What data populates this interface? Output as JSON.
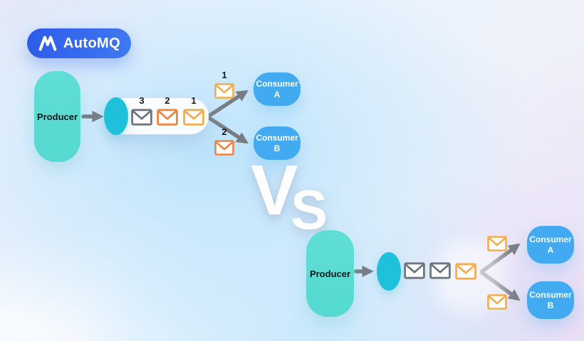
{
  "logo": {
    "text": "AutoMQ"
  },
  "vs": {
    "v": "V",
    "s": "S"
  },
  "colors": {
    "logo-blue-start": "#2d5bea",
    "logo-blue-end": "#3f79f1",
    "producer-teal": "#55d9d0",
    "queue-cyan": "#1ec0db",
    "consumer-blue": "#41aaf0",
    "arrow-gray": "#797d83",
    "envelope-gray": "#6f767e",
    "envelope-orange": "#ee8440",
    "envelope-yellow": "#f3ad4d"
  },
  "top_diagram": {
    "producer_label": "Producer",
    "queue_messages": [
      {
        "num": "3",
        "color": "gray"
      },
      {
        "num": "2",
        "color": "orange"
      },
      {
        "num": "1",
        "color": "yellow"
      }
    ],
    "inflight_messages": [
      {
        "num": "1",
        "color": "yellow"
      },
      {
        "num": "2",
        "color": "orange"
      }
    ],
    "consumers": [
      {
        "name": "Consumer",
        "id": "A"
      },
      {
        "name": "Consumer",
        "id": "B"
      }
    ]
  },
  "bottom_diagram": {
    "producer_label": "Producer",
    "queue_messages": [
      {
        "color": "gray"
      },
      {
        "color": "gray"
      },
      {
        "color": "yellow"
      }
    ],
    "inflight_messages": [
      {
        "color": "yellow"
      },
      {
        "color": "yellow"
      }
    ],
    "consumers": [
      {
        "name": "Consumer",
        "id": "A"
      },
      {
        "name": "Consumer",
        "id": "B"
      }
    ]
  }
}
